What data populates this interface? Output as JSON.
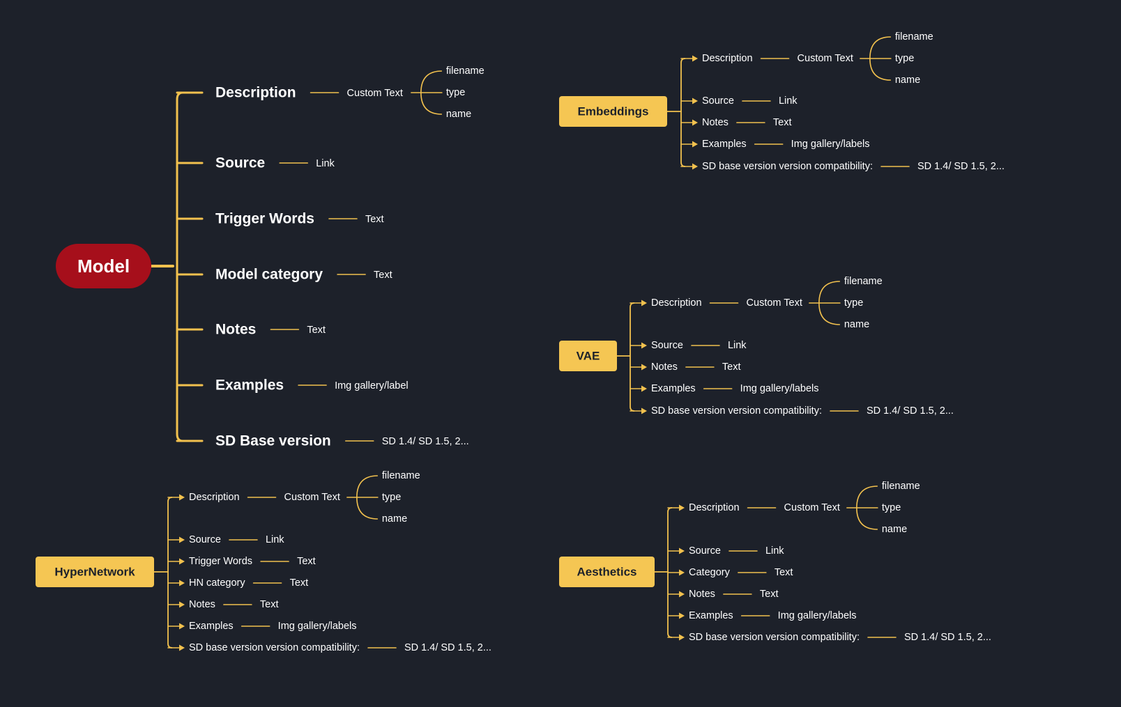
{
  "colors": {
    "background": "#1d212a",
    "branch": "#f2c14e",
    "root_fill": "#a60f1b",
    "root_text": "#ffffff",
    "node_fill": "#f5c653",
    "node_text": "#1d212a",
    "label_text": "#ffffff"
  },
  "model": {
    "root": "Model",
    "branches": [
      {
        "label": "Description",
        "value": "Custom Text",
        "sub": [
          "filename",
          "type",
          "name"
        ]
      },
      {
        "label": "Source",
        "value": "Link"
      },
      {
        "label": "Trigger Words",
        "value": "Text"
      },
      {
        "label": "Model category",
        "value": "Text"
      },
      {
        "label": "Notes",
        "value": "Text"
      },
      {
        "label": "Examples",
        "value": "Img gallery/label"
      },
      {
        "label": "SD Base version",
        "value": "SD 1.4/ SD 1.5, 2..."
      }
    ]
  },
  "embeddings": {
    "root": "Embeddings",
    "branches": [
      {
        "label": "Description",
        "value": "Custom Text",
        "sub": [
          "filename",
          "type",
          "name"
        ]
      },
      {
        "label": "Source",
        "value": "Link"
      },
      {
        "label": "Notes",
        "value": "Text"
      },
      {
        "label": "Examples",
        "value": "Img gallery/labels"
      },
      {
        "label": "SD base version version compatibility:",
        "value": "SD 1.4/ SD 1.5, 2..."
      }
    ]
  },
  "vae": {
    "root": "VAE",
    "branches": [
      {
        "label": "Description",
        "value": "Custom Text",
        "sub": [
          "filename",
          "type",
          "name"
        ]
      },
      {
        "label": "Source",
        "value": "Link"
      },
      {
        "label": "Notes",
        "value": "Text"
      },
      {
        "label": "Examples",
        "value": "Img gallery/labels"
      },
      {
        "label": "SD base version version compatibility:",
        "value": "SD 1.4/ SD 1.5, 2..."
      }
    ]
  },
  "hypernetwork": {
    "root": "HyperNetwork",
    "branches": [
      {
        "label": "Description",
        "value": "Custom Text",
        "sub": [
          "filename",
          "type",
          "name"
        ]
      },
      {
        "label": "Source",
        "value": "Link"
      },
      {
        "label": "Trigger Words",
        "value": "Text"
      },
      {
        "label": "HN category",
        "value": "Text"
      },
      {
        "label": "Notes",
        "value": "Text"
      },
      {
        "label": "Examples",
        "value": "Img gallery/labels"
      },
      {
        "label": "SD base version version compatibility:",
        "value": "SD 1.4/ SD 1.5, 2..."
      }
    ]
  },
  "aesthetics": {
    "root": "Aesthetics",
    "branches": [
      {
        "label": "Description",
        "value": "Custom Text",
        "sub": [
          "filename",
          "type",
          "name"
        ]
      },
      {
        "label": "Source",
        "value": "Link"
      },
      {
        "label": "Category",
        "value": "Text"
      },
      {
        "label": "Notes",
        "value": "Text"
      },
      {
        "label": "Examples",
        "value": "Img gallery/labels"
      },
      {
        "label": "SD base version version compatibility:",
        "value": "SD 1.4/ SD 1.5, 2..."
      }
    ]
  }
}
